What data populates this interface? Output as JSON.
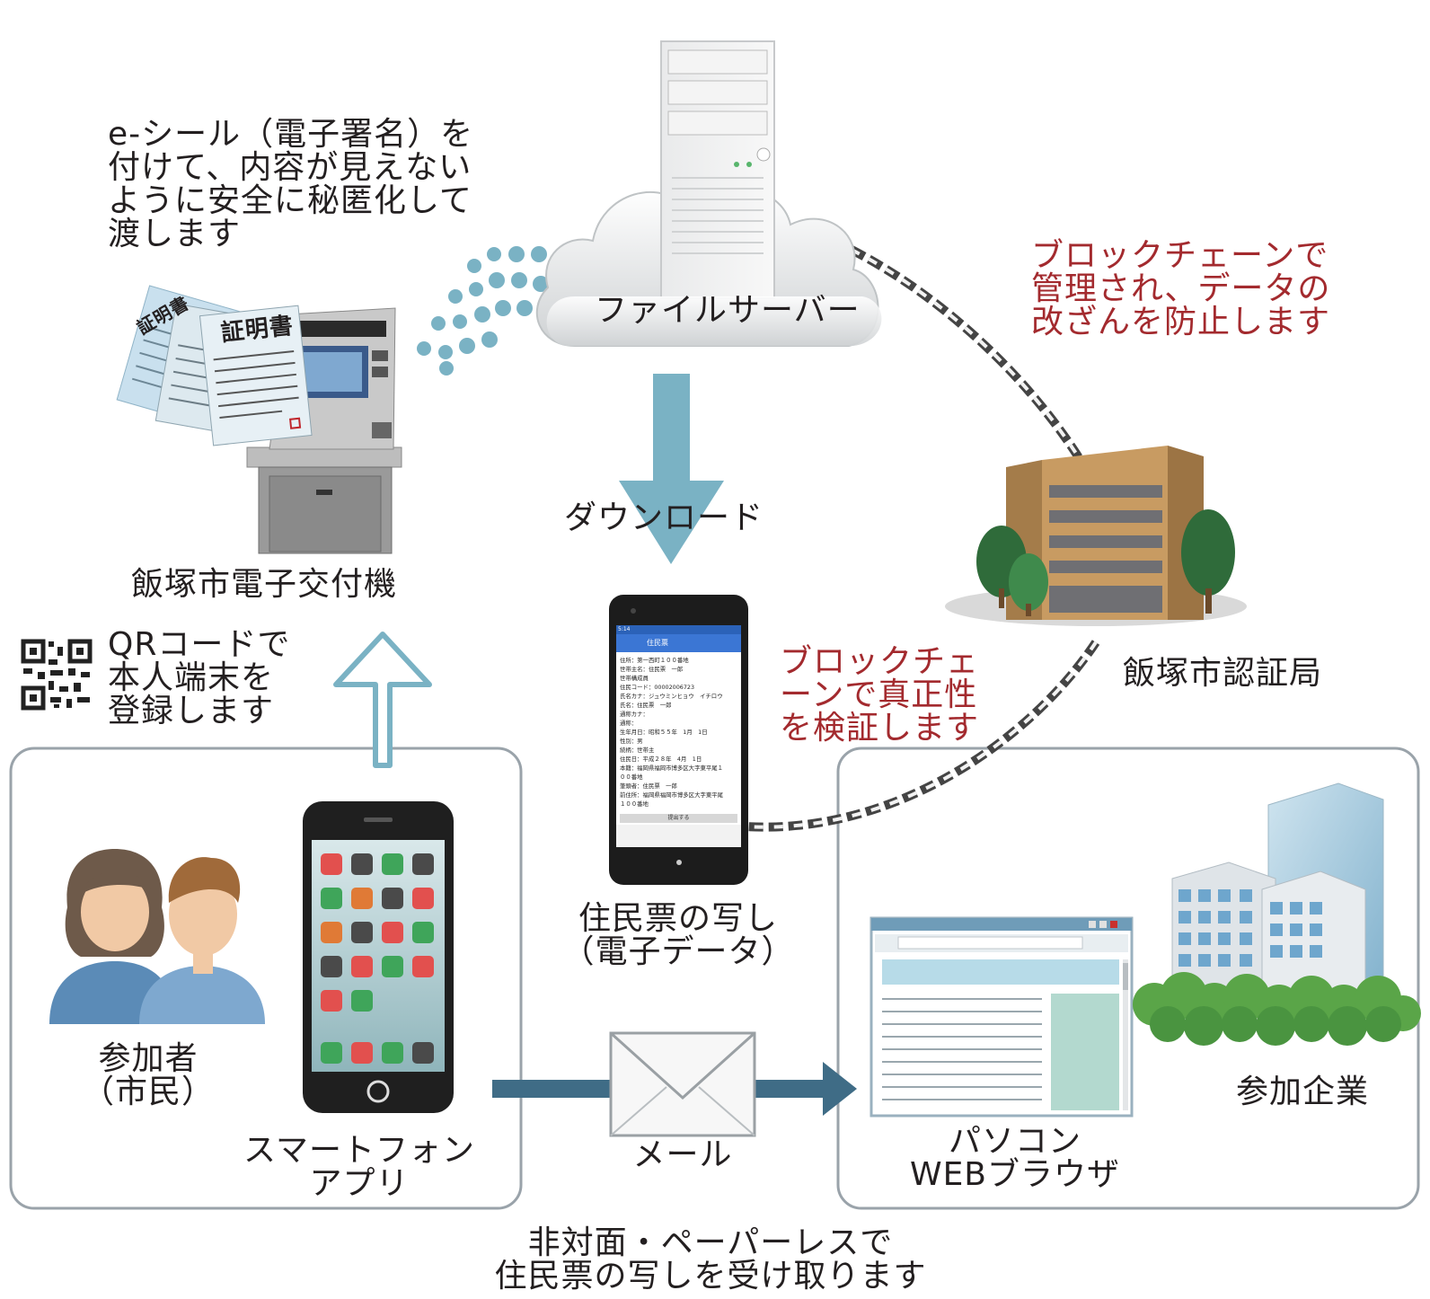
{
  "labels": {
    "eseal_note": "e-シール（電子署名）を\n付けて、内容が見えない\nように安全に秘匿化して\n渡します",
    "file_server": "ファイルサーバー",
    "blockchain_manage": "ブロックチェーンで\n管理され、データの\n改ざんを防止します",
    "download": "ダウンロード",
    "kiosk": "飯塚市電子交付機",
    "cert_authority": "飯塚市認証局",
    "qr_register": "QRコードで\n本人端末を\n登録します",
    "blockchain_verify": "ブロックチェ\nーンで真正性\nを検証します",
    "resident_copy": "住民票の写し\n（電子データ）",
    "participants": "参加者\n（市民）",
    "smartphone_app": "スマートフォン\nアプリ",
    "mail": "メール",
    "pc_browser": "パソコン\nWEBブラウザ",
    "companies": "参加企業",
    "bottom_note": "非対面・ペーパーレスで\n住民票の写しを受け取ります"
  },
  "certificate": {
    "title": "証明書"
  },
  "phone_screen": {
    "status_time": "5:14",
    "header": "住民票",
    "lines": [
      "住所：第一西町１００番地",
      "世帯主名：住民票　一郎",
      "世帯構成員",
      "住民コード：00002006723",
      "氏名カナ：ジュウミンヒョウ　イチロウ",
      "氏名：住民票　一郎",
      "通称カナ：",
      "通称：",
      "生年月日：昭和５５年　1月　1日",
      "性別：男",
      "続柄：世帯主",
      "住民日：平成２８年　4月　1日",
      "本籍：福岡県福岡市博多区大字東平尾１",
      "００番地",
      "筆頭者：住民票　一郎",
      "前住所：福岡県福岡市博多区大字東平尾",
      "１００番地"
    ],
    "submit": "提出する"
  },
  "colors": {
    "accent_blue": "#7ab2c4",
    "red_text": "#a32a2e",
    "flow_arrow": "#3f6c86",
    "box_border": "#9aa3aa"
  }
}
